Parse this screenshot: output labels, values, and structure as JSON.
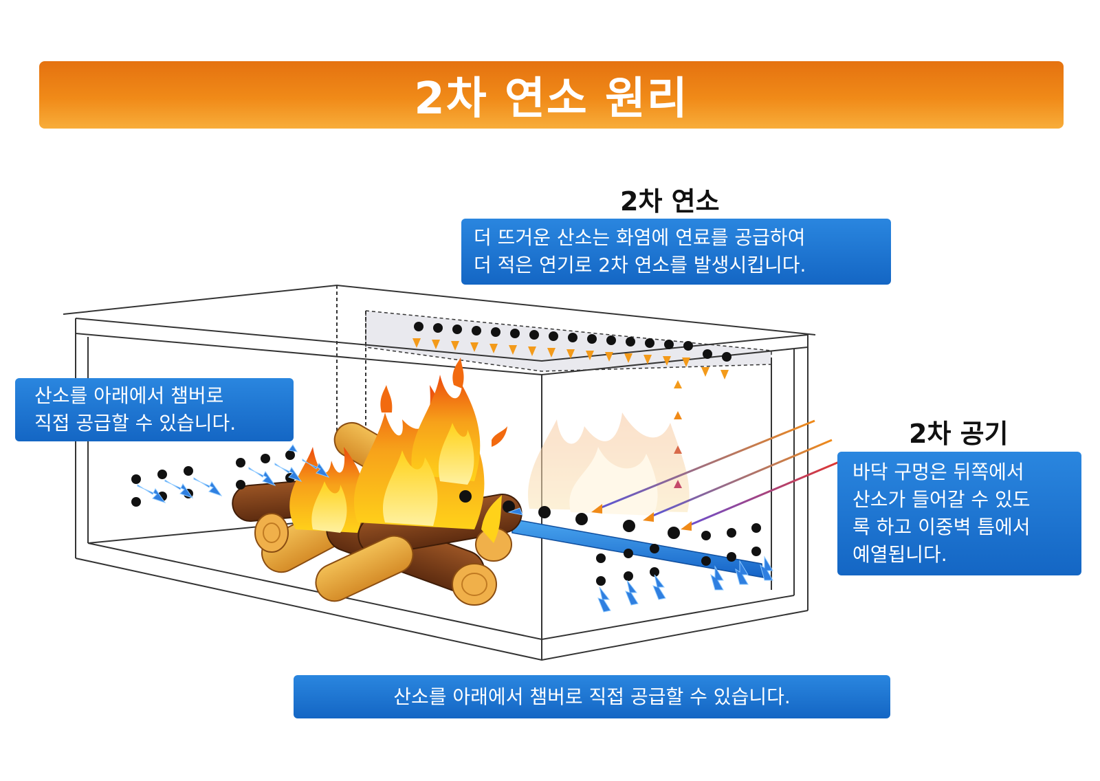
{
  "title": "2차 연소 원리",
  "secondary_combustion": {
    "heading": "2차 연소",
    "lines": [
      "더 뜨거운 산소는 화염에 연료를 공급하여",
      "더 적은 연기로 2차 연소를 발생시킵니다."
    ]
  },
  "left_note": {
    "lines": [
      "산소를 아래에서 챔버로",
      "직접 공급할 수 있습니다."
    ]
  },
  "secondary_air": {
    "heading": "2차 공기",
    "lines": [
      "바닥 구멍은 뒤쪽에서",
      "산소가 들어갈 수 있도",
      "록 하고 이중벽 틈에서",
      "예열됩니다."
    ]
  },
  "bottom_note": {
    "text": "산소를 아래에서 챔버로 직접 공급할 수 있습니다."
  },
  "colors": {
    "banner_orange": "#e57210",
    "info_blue": "#1a72d0",
    "flame_orange": "#f26a0f",
    "flame_yellow": "#ffd21a",
    "wood_brown": "#7a3e17",
    "air_arrow_blue": "#2f7fe0",
    "heat_arrow_orange": "#f39a1a"
  }
}
